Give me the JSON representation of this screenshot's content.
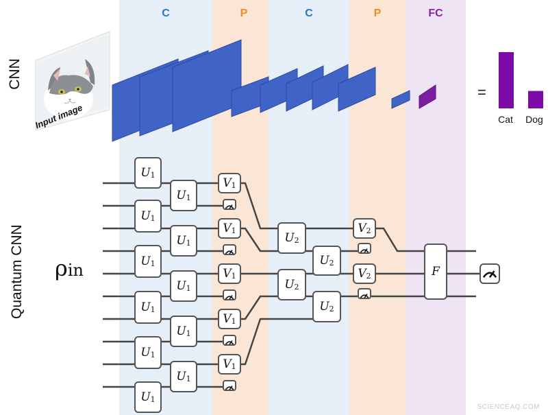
{
  "bands": [
    {
      "label": "C",
      "color": "#e6eef8",
      "text_color": "#1f78c8"
    },
    {
      "label": "P",
      "color": "#fbe6d6",
      "text_color": "#f08a24"
    },
    {
      "label": "C",
      "color": "#e6eef8",
      "text_color": "#1f78c8"
    },
    {
      "label": "P",
      "color": "#fbe6d6",
      "text_color": "#f08a24"
    },
    {
      "label": "FC",
      "color": "#efe4f3",
      "text_color": "#8a1fb0"
    }
  ],
  "rows": {
    "cnn_label": "CNN",
    "qcnn_label": "Quantum CNN"
  },
  "input": {
    "caption": "Input image"
  },
  "colors": {
    "feature_map": "#3f63c6",
    "feature_map_edge": "#2d4b9e",
    "fc": "#7b1fa2",
    "output_bar": "#7b0aa6",
    "wire": "#444444"
  },
  "output": {
    "equals": "=",
    "bars": [
      {
        "label": "Cat",
        "value": 1.0
      },
      {
        "label": "Dog",
        "value": 0.31
      }
    ]
  },
  "qcnn": {
    "rho": "ρ",
    "rho_sub": "in",
    "gates": {
      "U1": {
        "sym": "U",
        "sub": "1"
      },
      "V1": {
        "sym": "V",
        "sub": "1"
      },
      "U2": {
        "sym": "U",
        "sub": "2"
      },
      "V2": {
        "sym": "V",
        "sub": "2"
      },
      "F": {
        "sym": "F",
        "sub": ""
      }
    }
  },
  "watermark": "SCIENCEAQ.COM"
}
